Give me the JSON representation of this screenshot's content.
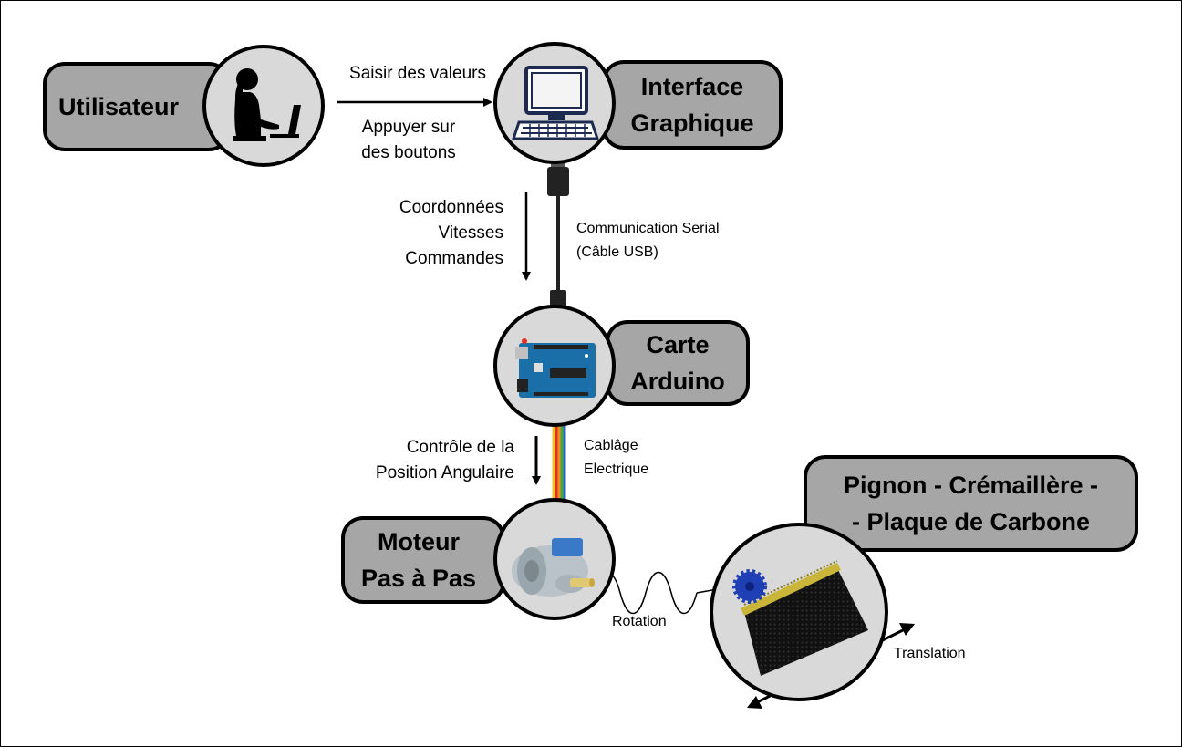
{
  "nodes": {
    "user": {
      "label": "Utilisateur"
    },
    "gui": {
      "line1": "Interface",
      "line2": "Graphique"
    },
    "arduino": {
      "line1": "Carte",
      "line2": "Arduino"
    },
    "motor": {
      "line1": "Moteur",
      "line2": "Pas à Pas"
    },
    "rack": {
      "line1": "Pignon - Crémaillère -",
      "line2": "- Plaque de Carbone"
    }
  },
  "edges": {
    "user_to_gui": {
      "top": "Saisir des valeurs",
      "bottom1": "Appuyer sur",
      "bottom2": "des boutons"
    },
    "gui_to_arduino": {
      "l1": "Coordonnées",
      "l2": "Vitesses",
      "l3": "Commandes"
    },
    "serial": {
      "l1": "Communication Serial",
      "l2": "(Câble USB)"
    },
    "arduino_to_motor": {
      "l1": "Contrôle de la",
      "l2": "Position Angulaire"
    },
    "wiring": {
      "l1": "Cablâge",
      "l2": "Electrique"
    },
    "rotation": {
      "label": "Rotation"
    },
    "translation": {
      "label": "Translation"
    }
  },
  "icons": {
    "user": "person-at-laptop-icon",
    "gui": "desktop-computer-icon",
    "arduino": "arduino-board-icon",
    "motor": "stepper-motor-icon",
    "rack": "rack-pinion-carbon-plate-icon"
  },
  "colors": {
    "pill_fill": "#a6a6a6",
    "circle_fill": "#d9d9d9",
    "stroke": "#000000",
    "board_blue": "#1b6fa8",
    "gear_blue": "#1f3fb5",
    "rack_yellow": "#c9b53a"
  }
}
